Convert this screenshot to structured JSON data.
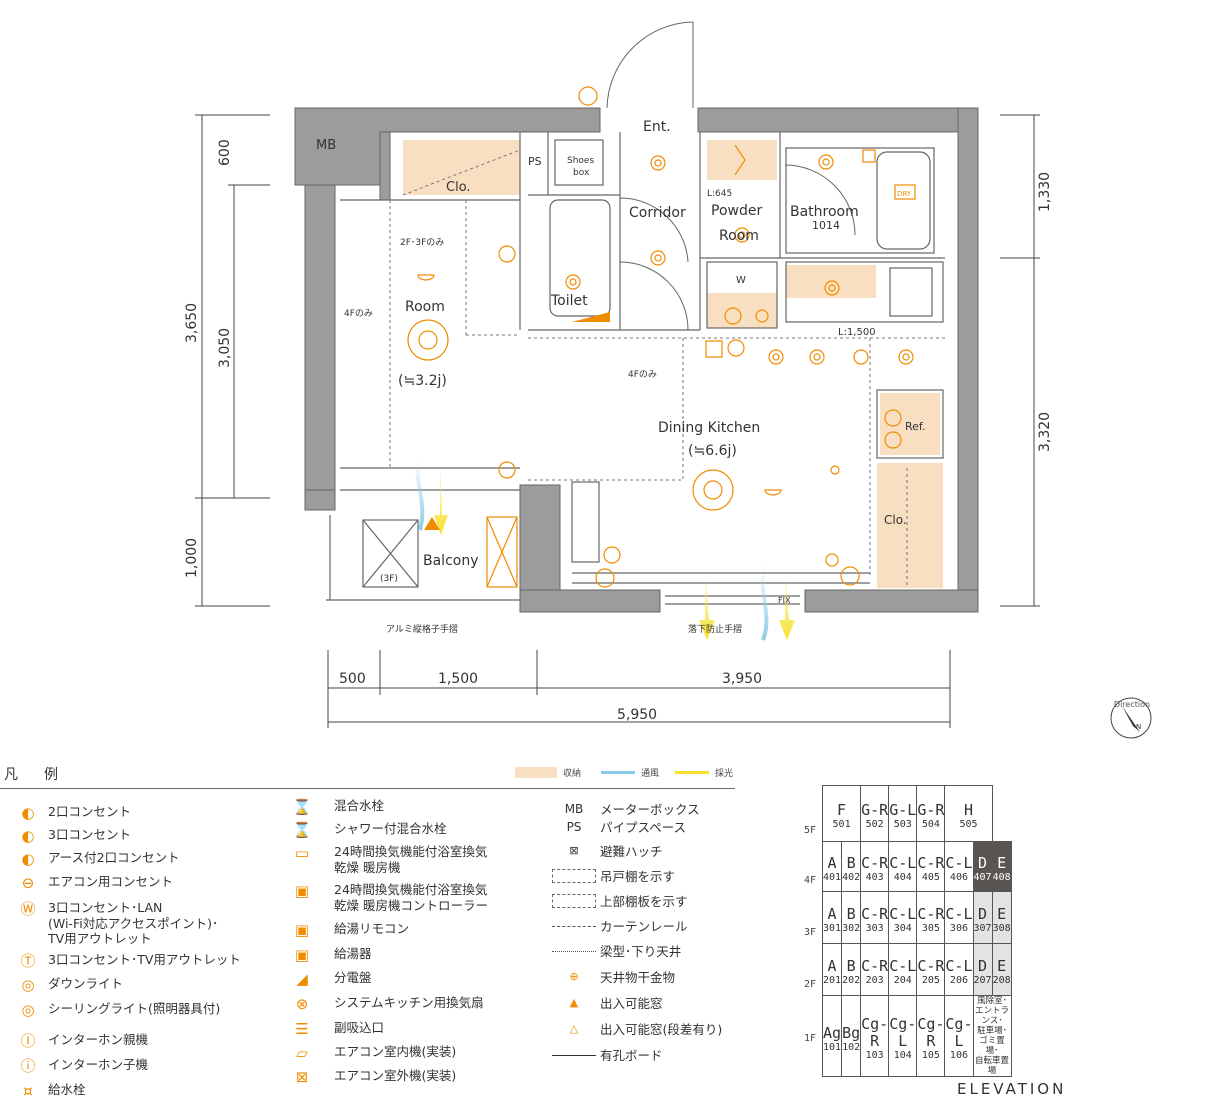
{
  "plan": {
    "rooms": {
      "mb": "MB",
      "ps": "PS",
      "shoes": "Shoes\nbox",
      "ent": "Ent.",
      "clo_top": "Clo.",
      "corridor": "Corridor",
      "powder": "Powder\nRoom",
      "bathroom": "Bathroom",
      "bath_size": "1014",
      "toilet": "Toilet",
      "room": "Room",
      "room_area": "(≒3.2j)",
      "dk": "Dining Kitchen",
      "dk_area": "(≒6.6j)",
      "balcony": "Balcony",
      "balcony_3f": "(3F)",
      "ref": "Ref.",
      "clo_right": "Clo.",
      "w": "W",
      "dry": "DRY",
      "fix": "FIX",
      "l645": "L:645",
      "l1500": "L:1,500"
    },
    "notes": {
      "f23": "2F･3Fのみ",
      "f4a": "4Fのみ",
      "f4b": "4Fのみ",
      "rail_alu": "アルミ縦格子手摺",
      "rail_fall": "落下防止手摺"
    },
    "dims": {
      "left_total": "3,650",
      "left_mid": "3,050",
      "left_top": "600",
      "left_bottom": "1,000",
      "right_top": "1,330",
      "right_bottom": "3,320",
      "b500": "500",
      "b1500": "1,500",
      "b3950": "3,950",
      "b5950": "5,950"
    },
    "direction": "Direction",
    "compass_n": "N"
  },
  "legend": {
    "title": "凡　例",
    "key_storage": "収納",
    "key_wind": "通風",
    "key_light": "採光",
    "col1": [
      {
        "icon": "outlet-2",
        "text": "2口コンセント"
      },
      {
        "icon": "outlet-3",
        "text": "3口コンセント"
      },
      {
        "icon": "outlet-earth",
        "text": "アース付2口コンセント"
      },
      {
        "icon": "ac-outlet",
        "text": "エアコン用コンセント"
      },
      {
        "icon": "wifi-outlet",
        "text": "3口コンセント･LAN\n(Wi-Fi対応アクセスポイント)･\nTV用アウトレット"
      },
      {
        "icon": "tv-outlet",
        "text": "3口コンセント･TV用アウトレット"
      },
      {
        "icon": "downlight",
        "text": "ダウンライト"
      },
      {
        "icon": "ceiling-light",
        "text": "シーリングライト(照明器具付)"
      },
      {
        "icon": "intercom-main",
        "text": "インターホン親機"
      },
      {
        "icon": "intercom-sub",
        "text": "インターホン子機"
      },
      {
        "icon": "water-faucet",
        "text": "給水栓"
      }
    ],
    "col2": [
      {
        "icon": "mixer-faucet",
        "text": "混合水栓"
      },
      {
        "icon": "shower-faucet",
        "text": "シャワー付混合水栓"
      },
      {
        "icon": "bath-dryer",
        "text": "24時間換気機能付浴室換気\n乾燥 暖房機"
      },
      {
        "icon": "bath-dryer-ctrl",
        "text": "24時間換気機能付浴室換気\n乾燥 暖房機コントローラー"
      },
      {
        "icon": "hot-water-remote",
        "text": "給湯リモコン"
      },
      {
        "icon": "water-heater",
        "text": "給湯器"
      },
      {
        "icon": "panel-board",
        "text": "分電盤"
      },
      {
        "icon": "kitchen-fan",
        "text": "システムキッチン用換気扇"
      },
      {
        "icon": "sub-inlet",
        "text": "副吸込口"
      },
      {
        "icon": "ac-indoor",
        "text": "エアコン室内機(実装)"
      },
      {
        "icon": "ac-outdoor",
        "text": "エアコン室外機(実装)"
      }
    ],
    "col3": [
      {
        "icon": "MB",
        "text": "メーターボックス"
      },
      {
        "icon": "PS",
        "text": "パイプスペース"
      },
      {
        "icon": "hatch",
        "text": "避難ハッチ"
      },
      {
        "icon": "hanging-shelf",
        "text": "吊戸棚を示す"
      },
      {
        "icon": "upper-shelf",
        "text": "上部棚板を示す"
      },
      {
        "icon": "curtain-rail",
        "text": "カーテンレール"
      },
      {
        "icon": "beam",
        "text": "梁型･下り天井"
      },
      {
        "icon": "drying-hook",
        "text": "天井物干金物"
      },
      {
        "icon": "window",
        "text": "出入可能窓"
      },
      {
        "icon": "window-step",
        "text": "出入可能窓(段差有り)"
      },
      {
        "icon": "perforated",
        "text": "有孔ボード"
      }
    ]
  },
  "elevation": {
    "title": "ELEVATION",
    "floors": [
      "5F",
      "4F",
      "3F",
      "2F",
      "1F"
    ],
    "rows": [
      [
        {
          "u": "F",
          "n": "501",
          "span": 2
        },
        {
          "u": "G-R",
          "n": "502",
          "span": 1
        },
        {
          "u": "G-L",
          "n": "503",
          "span": 1
        },
        {
          "u": "G-R",
          "n": "504",
          "span": 1
        },
        {
          "u": "H",
          "n": "505",
          "span": 2
        }
      ],
      [
        {
          "u": "A",
          "n": "401"
        },
        {
          "u": "B",
          "n": "402"
        },
        {
          "u": "C-R",
          "n": "403"
        },
        {
          "u": "C-L",
          "n": "404"
        },
        {
          "u": "C-R",
          "n": "405"
        },
        {
          "u": "C-L",
          "n": "406"
        },
        {
          "u": "D",
          "n": "407",
          "hl": "dk"
        },
        {
          "u": "E",
          "n": "408",
          "hl": "dk"
        }
      ],
      [
        {
          "u": "A",
          "n": "301"
        },
        {
          "u": "B",
          "n": "302"
        },
        {
          "u": "C-R",
          "n": "303"
        },
        {
          "u": "C-L",
          "n": "304"
        },
        {
          "u": "C-R",
          "n": "305"
        },
        {
          "u": "C-L",
          "n": "306"
        },
        {
          "u": "D",
          "n": "307",
          "hl": "lt"
        },
        {
          "u": "E",
          "n": "308",
          "hl": "lt"
        }
      ],
      [
        {
          "u": "A",
          "n": "201"
        },
        {
          "u": "B",
          "n": "202"
        },
        {
          "u": "C-R",
          "n": "203"
        },
        {
          "u": "C-L",
          "n": "204"
        },
        {
          "u": "C-R",
          "n": "205"
        },
        {
          "u": "C-L",
          "n": "206"
        },
        {
          "u": "D",
          "n": "207",
          "hl": "lt"
        },
        {
          "u": "E",
          "n": "208",
          "hl": "lt"
        }
      ],
      [
        {
          "u": "Ag",
          "n": "101"
        },
        {
          "u": "Bg",
          "n": "102"
        },
        {
          "u": "Cg-R",
          "n": "103"
        },
        {
          "u": "Cg-L",
          "n": "104"
        },
        {
          "u": "Cg-R",
          "n": "105"
        },
        {
          "u": "Cg-L",
          "n": "106"
        },
        {
          "u": "風除室･\nエントランス･\n駐車場･ゴミ置場･\n自転車置場",
          "n": "",
          "span": 2,
          "small": true
        }
      ]
    ]
  },
  "colors": {
    "wall": "#9a9a9a",
    "storage": "#f9dfc1",
    "equip": "#f08c00",
    "wind": "#8ccbe8",
    "light": "#f6e12a"
  }
}
